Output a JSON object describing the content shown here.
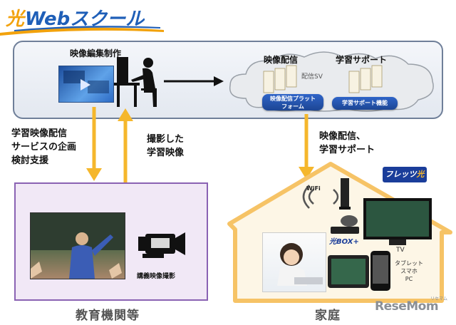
{
  "logo": {
    "mark": "光",
    "word": "Webスクール"
  },
  "production": {
    "label": "映像編集制作"
  },
  "cloud": {
    "delivery_label": "映像配信",
    "support_label": "学習サポート",
    "server_label": "配信SV",
    "platform_button": [
      "映像配信プラット",
      "フォーム"
    ],
    "support_button": "学習サポート機能"
  },
  "arrows": {
    "left_down": [
      "学習映像配信",
      "サービスの企画",
      "検討支援"
    ],
    "left_up": [
      "撮影した",
      "学習映像"
    ],
    "right_down": [
      "映像配信、",
      "学習サポート"
    ]
  },
  "school": {
    "camera_label": "講義映像撮影",
    "footer": "教育機関等"
  },
  "home": {
    "footer": "家庭",
    "wifi_label": "WiFi",
    "box_label": "光BOX+",
    "tv_label": "TV",
    "device_labels": [
      "タブレット",
      "スマホ",
      "PC"
    ],
    "flets": {
      "main": "フレッツ",
      "accent": "光"
    }
  },
  "brand": {
    "name": "ReseMom",
    "small": "リセマム"
  },
  "colors": {
    "arrow_yellow": "#f5b72c",
    "purple": "#8a62b3",
    "house_orange": "#f6c366",
    "navy": "#1a3d9a"
  }
}
